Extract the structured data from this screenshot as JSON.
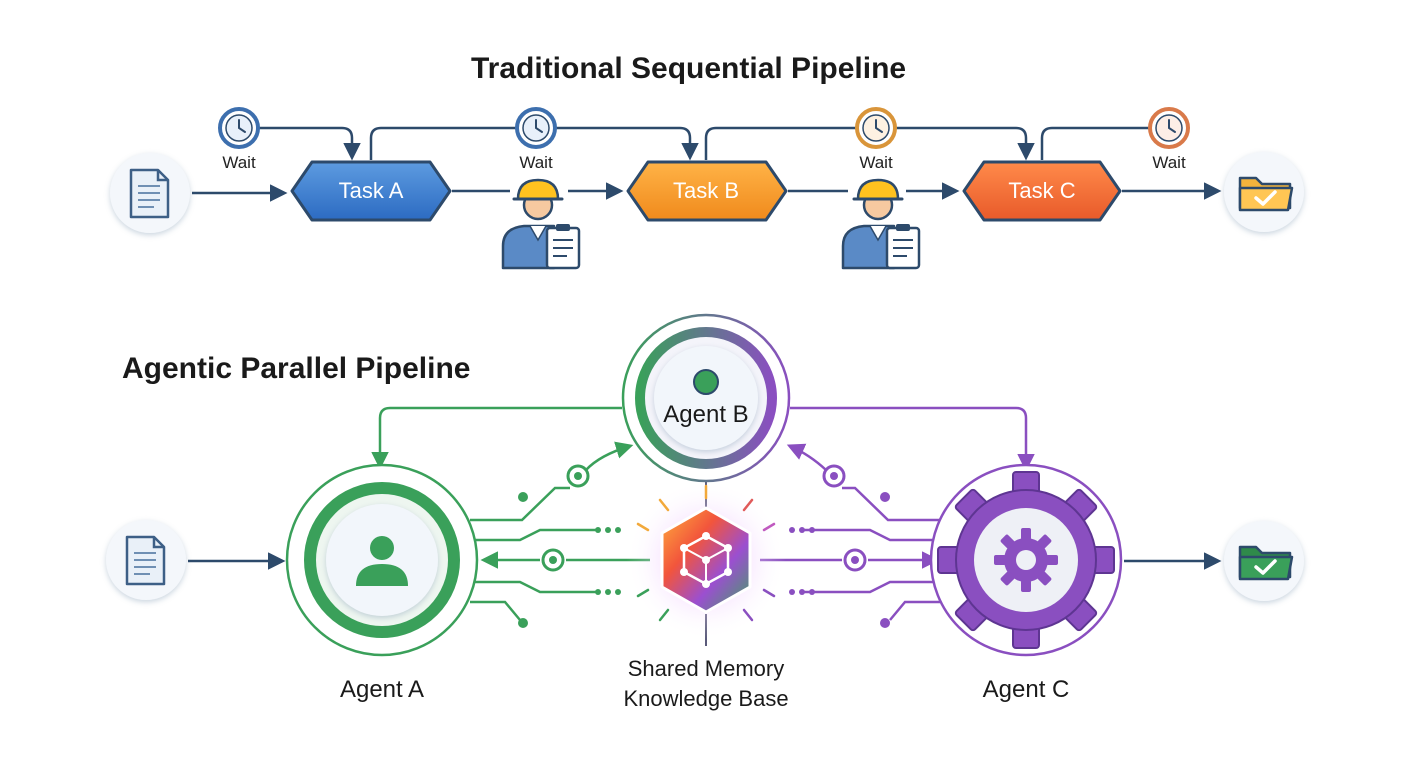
{
  "sequential": {
    "title": "Traditional Sequential Pipeline",
    "wait_label": "Wait",
    "tasks": [
      {
        "label": "Task A",
        "color_top": "#5d9be0",
        "color_bottom": "#2c6bc2"
      },
      {
        "label": "Task B",
        "color_top": "#ffb347",
        "color_bottom": "#f08a1c"
      },
      {
        "label": "Task C",
        "color_top": "#ff8a4a",
        "color_bottom": "#e85a2a"
      }
    ],
    "icons": {
      "input": "document-icon",
      "output": "folder-check-icon",
      "wait": "clock-icon",
      "reviewer": "worker-clipboard-icon"
    }
  },
  "parallel": {
    "title": "Agentic Parallel Pipeline",
    "agents": [
      {
        "label": "Agent A",
        "icon": "user-icon",
        "color": "#3aa05a"
      },
      {
        "label": "Agent B",
        "icon": "user-icon",
        "color": "#3aa05a"
      },
      {
        "label": "Agent C",
        "icon": "gear-icon",
        "color": "#8a4fc0"
      }
    ],
    "memory": {
      "line1": "Shared Memory",
      "line2": "Knowledge Base",
      "icon": "cube-network-icon"
    },
    "icons": {
      "input": "document-icon",
      "output": "folder-check-icon"
    }
  },
  "colors": {
    "navy": "#2d4a6b",
    "green": "#3aa05a",
    "purple": "#8a4fc0"
  }
}
